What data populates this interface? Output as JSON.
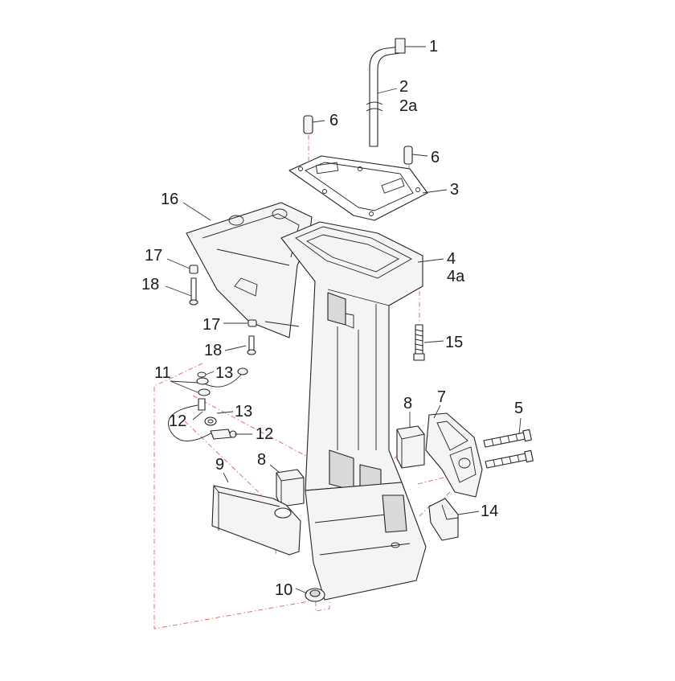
{
  "callouts": [
    {
      "id": "c1",
      "text": "1"
    },
    {
      "id": "c2",
      "text": "2"
    },
    {
      "id": "c2a",
      "text": "2a"
    },
    {
      "id": "c6a",
      "text": "6"
    },
    {
      "id": "c6b",
      "text": "6"
    },
    {
      "id": "c3",
      "text": "3"
    },
    {
      "id": "c16",
      "text": "16"
    },
    {
      "id": "c4",
      "text": "4"
    },
    {
      "id": "c4a",
      "text": "4a"
    },
    {
      "id": "c17a",
      "text": "17"
    },
    {
      "id": "c18a",
      "text": "18"
    },
    {
      "id": "c17b",
      "text": "17"
    },
    {
      "id": "c15",
      "text": "15"
    },
    {
      "id": "c18b",
      "text": "18"
    },
    {
      "id": "c11",
      "text": "11"
    },
    {
      "id": "c13a",
      "text": "13"
    },
    {
      "id": "c8a",
      "text": "8"
    },
    {
      "id": "c7",
      "text": "7"
    },
    {
      "id": "c5",
      "text": "5"
    },
    {
      "id": "c12a",
      "text": "12"
    },
    {
      "id": "c13b",
      "text": "13"
    },
    {
      "id": "c12b",
      "text": "12"
    },
    {
      "id": "c9",
      "text": "9"
    },
    {
      "id": "c8b",
      "text": "8"
    },
    {
      "id": "c14",
      "text": "14"
    },
    {
      "id": "c10",
      "text": "10"
    }
  ]
}
